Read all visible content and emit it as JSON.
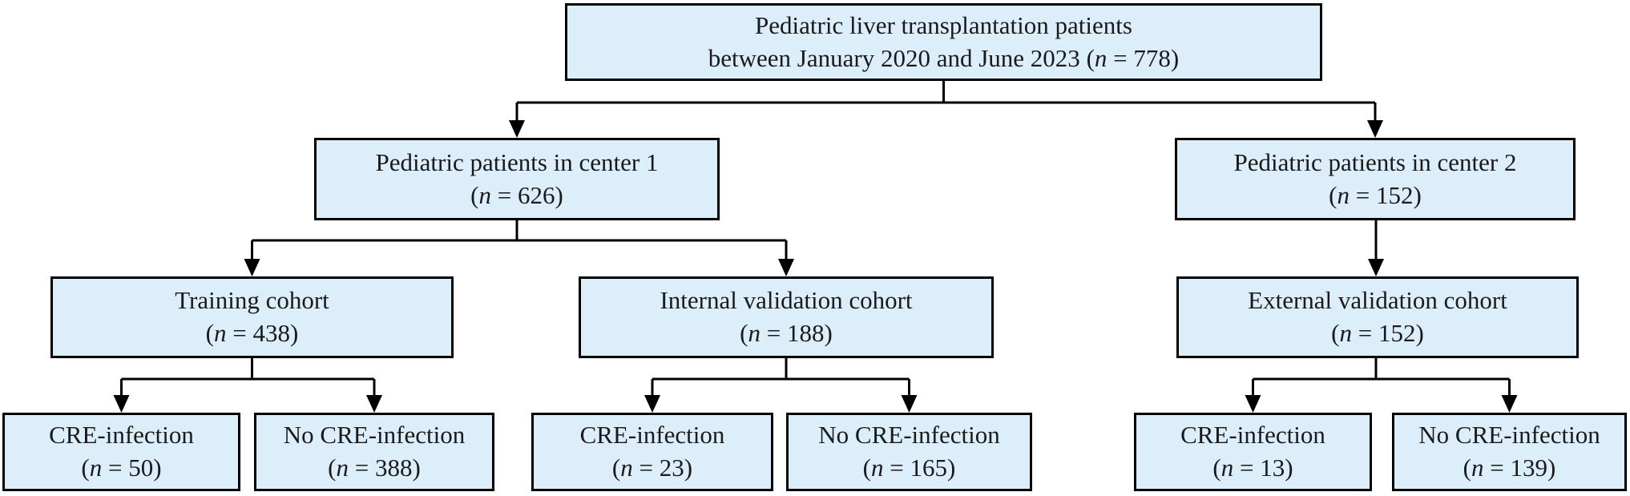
{
  "fmt": {
    "open": "(",
    "n": "n",
    "eq": " = ",
    "close": ")"
  },
  "colors": {
    "box_fill": "#ddeefb",
    "box_border": "#000000",
    "line": "#000000",
    "background": "#ffffff",
    "text": "#1a1a1a"
  },
  "nodes": {
    "root": {
      "line1": "Pediatric liver transplantation patients",
      "line2": "between January 2020 and June 2023 ",
      "count": "778"
    },
    "center1": {
      "line1": "Pediatric patients in center 1",
      "line2": "",
      "count": "626"
    },
    "center2": {
      "line1": "Pediatric patients in center 2",
      "line2": "",
      "count": "152"
    },
    "training": {
      "line1": "Training cohort",
      "line2": "",
      "count": "438"
    },
    "internal": {
      "line1": "Internal validation cohort",
      "line2": "",
      "count": "188"
    },
    "external": {
      "line1": "External validation cohort",
      "line2": "",
      "count": "152"
    },
    "training_cre": {
      "line1": "CRE-infection",
      "line2": "",
      "count": "50"
    },
    "training_nocre": {
      "line1": "No CRE-infection",
      "line2": "",
      "count": "388"
    },
    "internal_cre": {
      "line1": "CRE-infection",
      "line2": "",
      "count": "23"
    },
    "internal_nocre": {
      "line1": "No CRE-infection",
      "line2": "",
      "count": "165"
    },
    "external_cre": {
      "line1": "CRE-infection",
      "line2": "",
      "count": "13"
    },
    "external_nocre": {
      "line1": "No CRE-infection",
      "line2": "",
      "count": "139"
    }
  }
}
